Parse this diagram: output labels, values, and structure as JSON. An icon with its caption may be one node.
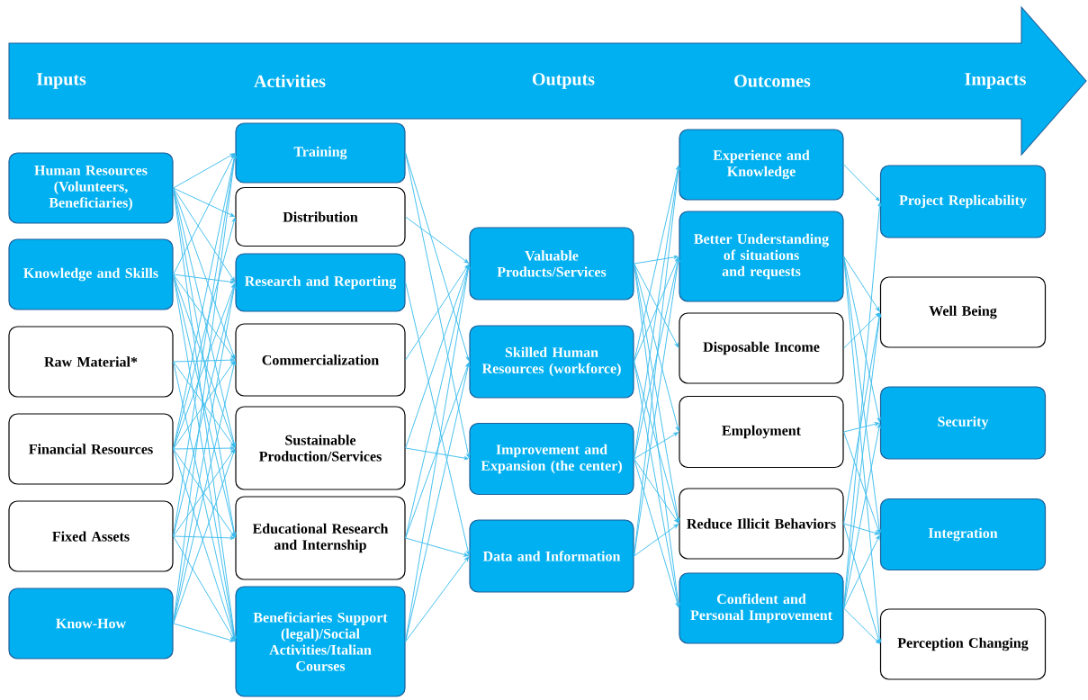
{
  "diagram": {
    "nodes": [
      {
        "text": [
          "Inputs",
          "Activities",
          "Outputs",
          "Outcomes",
          "Impacts"
        ]
      },
      {
        "text": [
          "Human Resources (Volunteers, Beneficiaries)"
        ]
      },
      {
        "text": [
          "Knowledge and Skills"
        ]
      },
      {
        "text": [
          "Raw Material*"
        ]
      },
      {
        "text": [
          "Financial Resources"
        ]
      },
      {
        "text": [
          "Fixed Assets"
        ]
      },
      {
        "text": [
          "Know-How"
        ]
      },
      {
        "text": [
          "Training"
        ]
      },
      {
        "text": [
          "Distribution"
        ]
      },
      {
        "text": [
          "Research and Reporting"
        ]
      },
      {
        "text": [
          "Commercialization"
        ]
      },
      {
        "text": [
          "Sustainable Production/Services"
        ]
      },
      {
        "text": [
          "Educational Research and Internship"
        ]
      },
      {
        "text": [
          "Beneficiaries Support (legal)/Social Activities/Italian Courses"
        ]
      },
      {
        "text": [
          "Valuable Products/Services"
        ]
      },
      {
        "text": [
          "Skilled Human Resources (workforce)"
        ]
      },
      {
        "text": [
          "Improvement and Expansion (the center)"
        ]
      },
      {
        "text": [
          "Data and Information"
        ]
      },
      {
        "text": [
          "Experience and Knowledge"
        ]
      },
      {
        "text": [
          "Better Understanding of situations and requests"
        ]
      },
      {
        "text": [
          "Disposable Income"
        ]
      },
      {
        "text": [
          "Employment"
        ]
      },
      {
        "text": [
          "Reduce Illicit Behaviors"
        ]
      },
      {
        "text": [
          "Confident and Personal Improvement"
        ]
      },
      {
        "text": [
          "Project Replicability"
        ]
      },
      {
        "text": [
          "Well Being"
        ]
      },
      {
        "text": [
          "Security"
        ]
      },
      {
        "text": [
          "Integration"
        ]
      },
      {
        "text": [
          "Perception Changing"
        ]
      }
    ],
    "edges": [
      {
        "from": 1,
        "to": 7,
        "arrow": "to"
      },
      {
        "from": 1,
        "to": 8,
        "arrow": "to"
      },
      {
        "from": 1,
        "to": 9,
        "arrow": "to"
      },
      {
        "from": 1,
        "to": 10,
        "arrow": "to"
      },
      {
        "from": 1,
        "to": 11,
        "arrow": "to"
      },
      {
        "from": 1,
        "to": 12,
        "arrow": "to"
      },
      {
        "from": 1,
        "to": 13,
        "arrow": "to"
      },
      {
        "from": 2,
        "to": 7,
        "arrow": "to"
      },
      {
        "from": 2,
        "to": 9,
        "arrow": "to"
      },
      {
        "from": 2,
        "to": 10,
        "arrow": "to"
      },
      {
        "from": 2,
        "to": 11,
        "arrow": "to"
      },
      {
        "from": 2,
        "to": 12,
        "arrow": "to"
      },
      {
        "from": 2,
        "to": 13,
        "arrow": "to"
      },
      {
        "from": 3,
        "to": 10,
        "arrow": "to"
      },
      {
        "from": 3,
        "to": 11,
        "arrow": "to"
      },
      {
        "from": 3,
        "to": 13,
        "arrow": "to"
      },
      {
        "from": 4,
        "to": 7,
        "arrow": "to"
      },
      {
        "from": 4,
        "to": 8,
        "arrow": "to"
      },
      {
        "from": 4,
        "to": 9,
        "arrow": "to"
      },
      {
        "from": 4,
        "to": 10,
        "arrow": "to"
      },
      {
        "from": 4,
        "to": 11,
        "arrow": "to"
      },
      {
        "from": 4,
        "to": 12,
        "arrow": "to"
      },
      {
        "from": 4,
        "to": 13,
        "arrow": "to"
      },
      {
        "from": 5,
        "to": 7,
        "arrow": "to"
      },
      {
        "from": 5,
        "to": 9,
        "arrow": "to"
      },
      {
        "from": 5,
        "to": 11,
        "arrow": "to"
      },
      {
        "from": 5,
        "to": 12,
        "arrow": "to"
      },
      {
        "from": 5,
        "to": 13,
        "arrow": "to"
      },
      {
        "from": 6,
        "to": 7,
        "arrow": "to"
      },
      {
        "from": 6,
        "to": 9,
        "arrow": "to"
      },
      {
        "from": 6,
        "to": 10,
        "arrow": "to"
      },
      {
        "from": 6,
        "to": 11,
        "arrow": "to"
      },
      {
        "from": 6,
        "to": 13,
        "arrow": "to"
      },
      {
        "from": 7,
        "to": 15,
        "arrow": "to"
      },
      {
        "from": 7,
        "to": 16,
        "arrow": "to"
      },
      {
        "from": 8,
        "to": 14,
        "arrow": "to"
      },
      {
        "from": 9,
        "to": 17,
        "arrow": "to"
      },
      {
        "from": 10,
        "to": 14,
        "arrow": "to"
      },
      {
        "from": 11,
        "to": 14,
        "arrow": "to"
      },
      {
        "from": 11,
        "to": 16,
        "arrow": "to"
      },
      {
        "from": 12,
        "to": 14,
        "arrow": "to"
      },
      {
        "from": 12,
        "to": 15,
        "arrow": "to"
      },
      {
        "from": 12,
        "to": 17,
        "arrow": "to"
      },
      {
        "from": 13,
        "to": 14,
        "arrow": "to"
      },
      {
        "from": 13,
        "to": 15,
        "arrow": "to"
      },
      {
        "from": 13,
        "to": 17,
        "arrow": "to"
      },
      {
        "from": 14,
        "to": 19,
        "arrow": "to"
      },
      {
        "from": 14,
        "to": 20,
        "arrow": "to"
      },
      {
        "from": 14,
        "to": 21,
        "arrow": "to"
      },
      {
        "from": 14,
        "to": 22,
        "arrow": "to"
      },
      {
        "from": 14,
        "to": 23,
        "arrow": "to"
      },
      {
        "from": 15,
        "to": 18,
        "arrow": "to"
      },
      {
        "from": 15,
        "to": 19,
        "arrow": "to"
      },
      {
        "from": 15,
        "to": 22,
        "arrow": "to"
      },
      {
        "from": 15,
        "to": 23,
        "arrow": "to"
      },
      {
        "from": 16,
        "to": 18,
        "arrow": "to"
      },
      {
        "from": 16,
        "to": 19,
        "arrow": "to"
      },
      {
        "from": 16,
        "to": 21,
        "arrow": "to"
      },
      {
        "from": 16,
        "to": 22,
        "arrow": "to"
      },
      {
        "from": 16,
        "to": 23,
        "arrow": "to"
      },
      {
        "from": 17,
        "to": 18,
        "arrow": "to"
      },
      {
        "from": 17,
        "to": 19,
        "arrow": "to"
      },
      {
        "from": 17,
        "to": 22,
        "arrow": "to"
      },
      {
        "from": 18,
        "to": 24,
        "arrow": "to"
      },
      {
        "from": 19,
        "to": 25,
        "arrow": "to"
      },
      {
        "from": 19,
        "to": 26,
        "arrow": "to"
      },
      {
        "from": 19,
        "to": 27,
        "arrow": "to"
      },
      {
        "from": 19,
        "to": 28,
        "arrow": "to"
      },
      {
        "from": 20,
        "to": 25,
        "arrow": "to"
      },
      {
        "from": 21,
        "to": 26,
        "arrow": "to"
      },
      {
        "from": 21,
        "to": 27,
        "arrow": "to"
      },
      {
        "from": 22,
        "to": 25,
        "arrow": "to"
      },
      {
        "from": 22,
        "to": 27,
        "arrow": "to"
      },
      {
        "from": 22,
        "to": 28,
        "arrow": "to"
      },
      {
        "from": 23,
        "to": 24,
        "arrow": "to"
      },
      {
        "from": 23,
        "to": 25,
        "arrow": "to"
      },
      {
        "from": 23,
        "to": 26,
        "arrow": "to"
      },
      {
        "from": 23,
        "to": 27,
        "arrow": "to"
      },
      {
        "from": 23,
        "to": 28,
        "arrow": "to"
      }
    ]
  }
}
